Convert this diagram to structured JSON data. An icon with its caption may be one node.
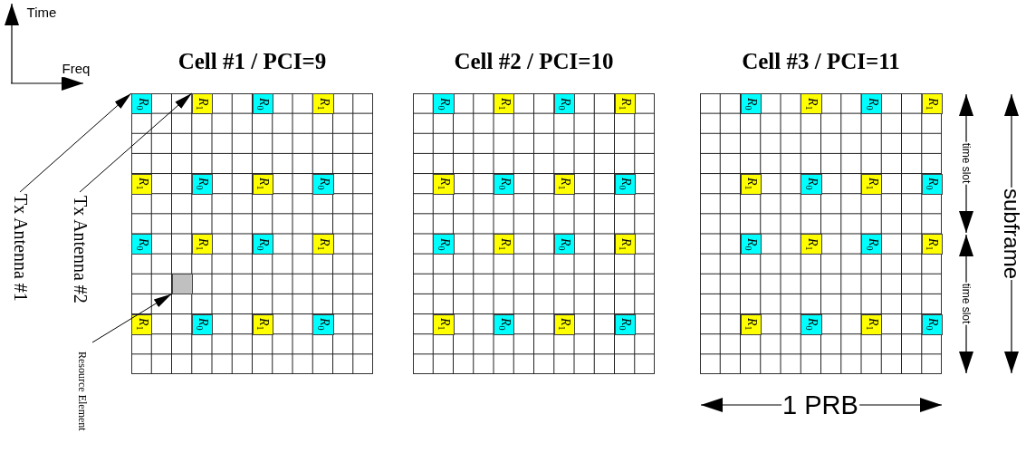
{
  "diagram": {
    "nodes": [
      {
        "text": [
          "Cell #1 / PCI=9"
        ]
      },
      {
        "text": [
          "R$_{0}$"
        ],
        "in": 0
      },
      {
        "text": [
          "R$_{1}$"
        ],
        "in": 0
      },
      {
        "text": [
          "R$_{0}$"
        ],
        "in": 0
      },
      {
        "text": [
          "R$_{1}$"
        ],
        "in": 0
      },
      {
        "text": [
          "R$_{1}$"
        ],
        "in": 0
      },
      {
        "text": [
          "R$_{0}$"
        ],
        "in": 0
      },
      {
        "text": [
          "R$_{1}$"
        ],
        "in": 0
      },
      {
        "text": [
          "R$_{0}$"
        ],
        "in": 0
      },
      {
        "text": [
          "R$_{0}$"
        ],
        "in": 0
      },
      {
        "text": [
          "R$_{1}$"
        ],
        "in": 0
      },
      {
        "text": [
          "R$_{0}$"
        ],
        "in": 0
      },
      {
        "text": [
          "R$_{1}$"
        ],
        "in": 0
      },
      {
        "text": [],
        "shape": "box",
        "in": 0
      },
      {
        "text": [
          "R$_{1}$"
        ],
        "in": 0
      },
      {
        "text": [
          "R$_{0}$"
        ],
        "in": 0
      },
      {
        "text": [
          "R$_{1}$"
        ],
        "in": 0
      },
      {
        "text": [
          "R$_{0}$"
        ],
        "in": 0
      },
      {
        "text": [
          "Cell #2 / PCI=10"
        ]
      },
      {
        "text": [
          "R$_{0}$"
        ],
        "in": 18
      },
      {
        "text": [
          "R$_{1}$"
        ],
        "in": 18
      },
      {
        "text": [
          "R$_{0}$"
        ],
        "in": 18
      },
      {
        "text": [
          "R$_{1}$"
        ],
        "in": 18
      },
      {
        "text": [
          "R$_{1}$"
        ],
        "in": 18
      },
      {
        "text": [
          "R$_{0}$"
        ],
        "in": 18
      },
      {
        "text": [
          "R$_{1}$"
        ],
        "in": 18
      },
      {
        "text": [
          "R$_{0}$"
        ],
        "in": 18
      },
      {
        "text": [
          "R$_{0}$"
        ],
        "in": 18
      },
      {
        "text": [
          "R$_{1}$"
        ],
        "in": 18
      },
      {
        "text": [
          "R$_{0}$"
        ],
        "in": 18
      },
      {
        "text": [
          "R$_{1}$"
        ],
        "in": 18
      },
      {
        "text": [
          "R$_{1}$"
        ],
        "in": 18
      },
      {
        "text": [
          "R$_{0}$"
        ],
        "in": 18
      },
      {
        "text": [
          "R$_{1}$"
        ],
        "in": 18
      },
      {
        "text": [
          "R$_{0}$"
        ],
        "in": 18
      },
      {
        "text": [
          "Cell #3 / PCI=11"
        ]
      },
      {
        "text": [
          "R$_{0}$"
        ],
        "in": 35
      },
      {
        "text": [
          "R$_{1}$"
        ],
        "in": 35
      },
      {
        "text": [
          "R$_{0}$"
        ],
        "in": 35
      },
      {
        "text": [
          "R$_{1}$"
        ],
        "in": 35
      },
      {
        "text": [
          "R$_{1}$"
        ],
        "in": 35
      },
      {
        "text": [
          "R$_{0}$"
        ],
        "in": 35
      },
      {
        "text": [
          "R$_{1}$"
        ],
        "in": 35
      },
      {
        "text": [
          "R$_{0}$"
        ],
        "in": 35
      },
      {
        "text": [
          "R$_{0}$"
        ],
        "in": 35
      },
      {
        "text": [
          "R$_{1}$"
        ],
        "in": 35
      },
      {
        "text": [
          "R$_{0}$"
        ],
        "in": 35
      },
      {
        "text": [
          "R$_{1}$"
        ],
        "in": 35
      },
      {
        "text": [
          "R$_{1}$"
        ],
        "in": 35
      },
      {
        "text": [
          "R$_{0}$"
        ],
        "in": 35
      },
      {
        "text": [
          "R$_{1}$"
        ],
        "in": 35
      },
      {
        "text": [
          "R$_{0}$"
        ],
        "in": 35
      },
      {
        "text": [
          "Tx Antenna #1"
        ]
      },
      {
        "text": [
          "Tx Antenna #2"
        ]
      },
      {
        "text": [
          "Resource Element"
        ]
      }
    ],
    "edges": [
      {
        "from": 52,
        "to": 1,
        "arrow": "to"
      },
      {
        "from": 53,
        "to": 2,
        "arrow": "to"
      },
      {
        "from": 54,
        "to": 13,
        "arrow": "to"
      }
    ],
    "labels": [
      "Time",
      "Freq",
      "time slot",
      "time slot",
      "subframe",
      "1 PRB"
    ]
  }
}
